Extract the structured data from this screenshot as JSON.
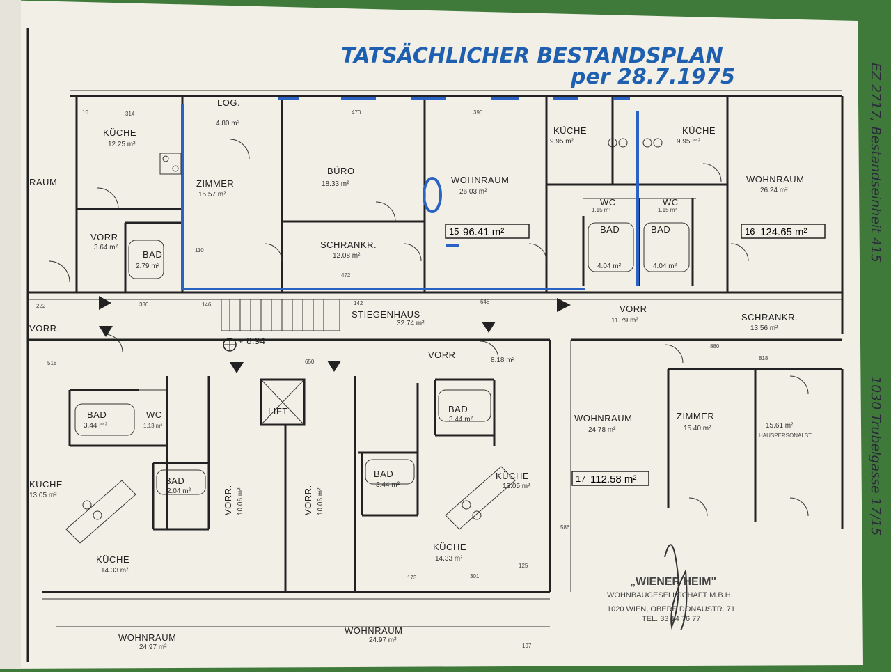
{
  "title": {
    "line1": "TATSÄCHLICHER BESTANDSPLAN",
    "line2": "per 28.7.1975"
  },
  "side_notes": {
    "ez": "EZ 2717, Bestandseinheit 415",
    "address": "1030 Trubelgasse 17/15"
  },
  "units": [
    {
      "no": "15",
      "area": "96.41 m²"
    },
    {
      "no": "16",
      "area": "124.65 m²"
    },
    {
      "no": "17",
      "area": "112.58 m²"
    }
  ],
  "rooms_top": [
    {
      "name": "KÜCHE",
      "area": "12.25 m²"
    },
    {
      "name": "LOG.",
      "area": "4.80 m²"
    },
    {
      "name": "ZIMMER",
      "area": "15.57 m²"
    },
    {
      "name": "BÜRO",
      "area": "18.33 m²"
    },
    {
      "name": "WOHNRAUM",
      "area": "26.03 m²"
    },
    {
      "name": "SCHRANKR.",
      "area": "12.08 m²"
    },
    {
      "name": "VORR",
      "area": "3.64 m²"
    },
    {
      "name": "BAD",
      "area": "2.79 m²"
    },
    {
      "name": "KÜCHE",
      "area": "9.95 m²"
    },
    {
      "name": "KÜCHE",
      "area": "9.95 m²"
    },
    {
      "name": "WOHNRAUM",
      "area": "26.24 m²"
    },
    {
      "name": "BAD",
      "area": "4.04 m²"
    },
    {
      "name": "BAD",
      "area": "4.04 m²"
    },
    {
      "name": "WC",
      "area": "1.15 m²"
    },
    {
      "name": "WC",
      "area": "1.15 m²"
    }
  ],
  "rooms_middle": [
    {
      "name": "STIEGENHAUS",
      "area": "32.74 m²"
    },
    {
      "name": "VORR",
      "area": "11.79 m²"
    },
    {
      "name": "SCHRANKR.",
      "area": "13.56 m²"
    },
    {
      "name": "VORR",
      "area": "8.18 m²"
    },
    {
      "name": "LIFT",
      "area": ""
    },
    {
      "name": "+ 8.94",
      "area": ""
    },
    {
      "name": "RAUM",
      "area": ""
    },
    {
      "name": "VORR.",
      "area": ""
    }
  ],
  "rooms_bottom": [
    {
      "name": "BAD",
      "area": "3.44 m²"
    },
    {
      "name": "WC",
      "area": "1.13 m²"
    },
    {
      "name": "BAD",
      "area": "2.04 m²"
    },
    {
      "name": "VORR.",
      "area": "10.06 m²"
    },
    {
      "name": "VORR.",
      "area": "10.06 m²"
    },
    {
      "name": "BAD",
      "area": "3.44 m²"
    },
    {
      "name": "BAD",
      "area": "3.44 m²"
    },
    {
      "name": "KÜCHE",
      "area": "13.05 m²"
    },
    {
      "name": "KÜCHE",
      "area": "14.33 m²"
    },
    {
      "name": "KÜCHE",
      "area": "14.33 m²"
    },
    {
      "name": "WOHNRAUM",
      "area": "24.78 m²"
    },
    {
      "name": "ZIMMER",
      "area": "15.40 m²"
    },
    {
      "name": "HAUSPERSONALST.",
      "area": "15.61 m²"
    },
    {
      "name": "WOHNRAUM",
      "area": "24.97 m²"
    },
    {
      "name": "WOHNRAUM",
      "area": "24.97 m²"
    },
    {
      "name": "KÜCHE",
      "area": "13.05 m²"
    }
  ],
  "stamp": {
    "name": "„WIENER HEIM\"",
    "line1": "WOHNBAUGESELLSCHAFT M.B.H.",
    "line2": "1020 WIEN, OBERE DONAUSTR. 71",
    "line3": "TEL. 33 14 76 77"
  },
  "dimensions": [
    "314",
    "330",
    "470",
    "390",
    "10",
    "110",
    "472",
    "142",
    "648",
    "146",
    "650",
    "518",
    "818",
    "586",
    "173",
    "301",
    "125",
    "197",
    "880",
    "222"
  ],
  "colors": {
    "background": "#3f7a3a",
    "paper": "#f1efe6",
    "ink": "#222222",
    "annotation": "#2b63c4"
  }
}
